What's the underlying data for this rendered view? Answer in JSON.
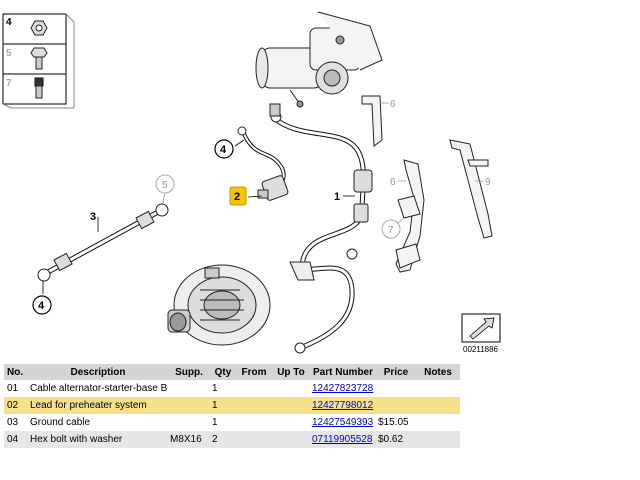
{
  "diagram": {
    "id": "00211886",
    "thumbnails": [
      "4",
      "5",
      "7"
    ],
    "callouts": {
      "c1": "1",
      "c2": "2",
      "c3": "3",
      "c4a": "4",
      "c4b": "4",
      "c5": "5",
      "c6a": "6",
      "c6b": "6",
      "c7": "7",
      "c9": "9"
    },
    "highlight_color": "#f5c400"
  },
  "table": {
    "headers": {
      "no": "No.",
      "description": "Description",
      "supp": "Supp.",
      "qty": "Qty",
      "from": "From",
      "upto": "Up To",
      "partnumber": "Part Number",
      "price": "Price",
      "notes": "Notes"
    },
    "rows": [
      {
        "no": "01",
        "description": "Cable alternator-starter-base B+",
        "supp": "",
        "qty": "1",
        "from": "",
        "upto": "",
        "partnumber": "12427823728",
        "price": "",
        "notes": ""
      },
      {
        "no": "02",
        "description": "Lead for preheater system",
        "supp": "",
        "qty": "1",
        "from": "",
        "upto": "",
        "partnumber": "12427798012",
        "price": "",
        "notes": ""
      },
      {
        "no": "03",
        "description": "Ground cable",
        "supp": "",
        "qty": "1",
        "from": "",
        "upto": "",
        "partnumber": "12427549393",
        "price": "$15.05",
        "notes": ""
      },
      {
        "no": "04",
        "description": "Hex bolt with washer",
        "supp": "M8X16",
        "qty": "2",
        "from": "",
        "upto": "",
        "partnumber": "07119905528",
        "price": "$0.62",
        "notes": ""
      }
    ]
  }
}
